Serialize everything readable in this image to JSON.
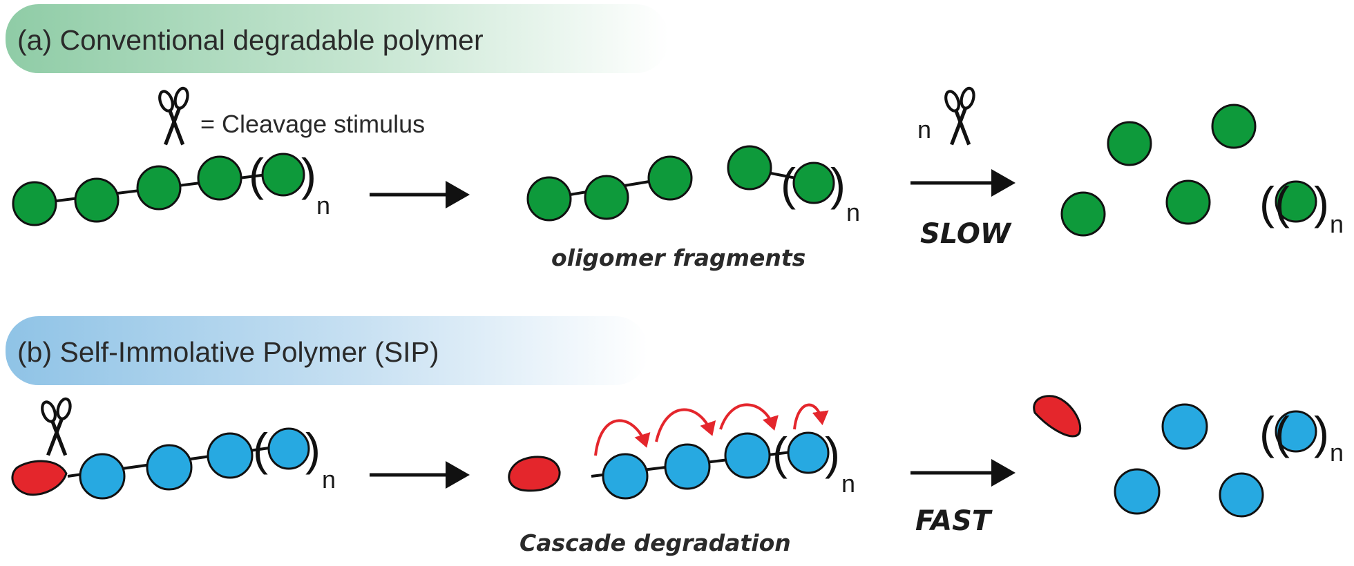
{
  "panel_a": {
    "title": "(a) Conventional degradable polymer",
    "legend": "= Cleavage stimulus",
    "caption": "oligomer fragments",
    "rate": "SLOW",
    "n": "n",
    "header_color": "#8fcca6"
  },
  "panel_b": {
    "title": "(b) Self-Immolative Polymer (SIP)",
    "caption": "Cascade degradation",
    "rate": "FAST",
    "n": "n",
    "header_color": "#8fc3e6"
  },
  "colors": {
    "green_unit": "#0e9a3b",
    "blue_unit": "#27a9e1",
    "red_unit": "#e4262c",
    "cascade_arrow": "#e4262c"
  },
  "icons": {
    "cleavage": "scissors-icon",
    "reaction": "arrow-right-icon"
  }
}
